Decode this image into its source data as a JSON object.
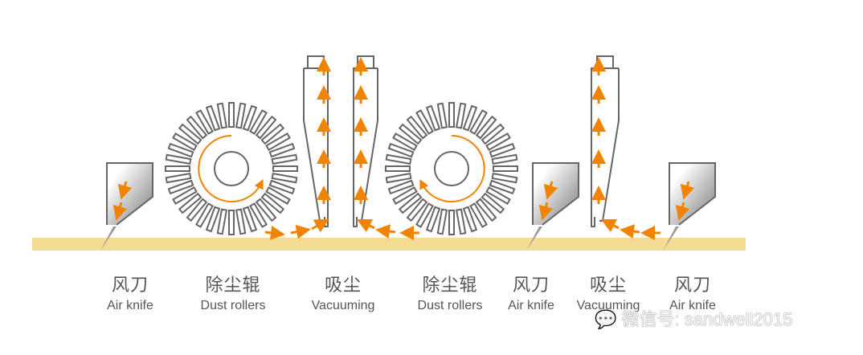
{
  "colors": {
    "stroke": "#666666",
    "arrow": "#f08300",
    "floor": "#f5dc95",
    "text": "#555555"
  },
  "labels": [
    {
      "cn": "风刀",
      "en": "Air knife"
    },
    {
      "cn": "除尘辊",
      "en": "Dust rollers"
    },
    {
      "cn": "吸尘",
      "en": "Vacuuming"
    },
    {
      "cn": "除尘辊",
      "en": "Dust rollers"
    },
    {
      "cn": "风刀",
      "en": "Air knife"
    },
    {
      "cn": "吸尘",
      "en": "Vacuuming"
    },
    {
      "cn": "风刀",
      "en": "Air knife"
    }
  ],
  "watermark": {
    "icon": "wechat-icon",
    "text": "微信号: sandwell2015"
  }
}
